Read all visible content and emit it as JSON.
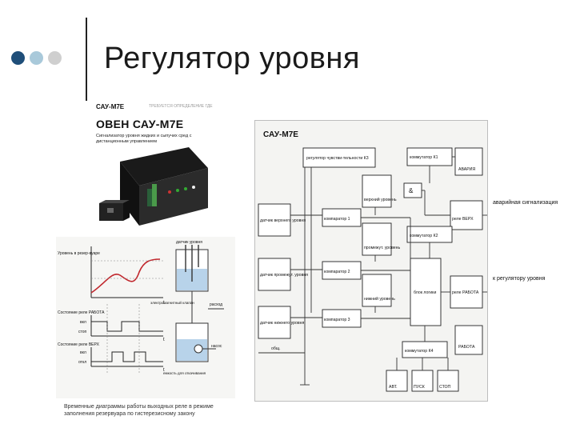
{
  "slide": {
    "title": "Регулятор уровня",
    "bullet_colors": [
      "#1f4e79",
      "#a9c9da",
      "#cfcfcf"
    ]
  },
  "product": {
    "model_small": "САУ-М7Е",
    "header_meta": "ТРЕБУЕТСЯ ОПРЕДЕЛЕНИЕ ГДЕ",
    "brand_title": "ОВЕН САУ-М7Е",
    "description": "Сигнализатор уровня жидких и сыпучих сред с дистанционным управлением"
  },
  "timing_diagram": {
    "labels": {
      "level_axis": "Уровень в резер-вуаре",
      "relay1_state": "Состояние реле РАБОТА",
      "relay2_state": "Состояние реле ВЕРХ",
      "on": "вкл",
      "off": "откл",
      "stop": "стоп",
      "t": "t",
      "upper_level": "датчик уровня",
      "solenoid": "электромагнитный клапан",
      "flow": "расход",
      "pump": "насос",
      "drain": "емкость для откачивания"
    },
    "caption": "Временные диаграммы работы выходных реле в режиме заполнения резервуара по гистерезисному закону"
  },
  "block_diagram": {
    "title": "САУ-М7Е",
    "blocks": {
      "reg": "регулятор чувстви-тельности К3",
      "k1": "коммутатор К1",
      "k2": "коммутатор К2",
      "k4": "коммутатор К4",
      "cmp1": "компаратор 1",
      "cmp2": "компаратор 2",
      "cmp3": "компаратор 3",
      "logic": "блок логики",
      "s_upper": "датчик верхнего уровня",
      "s_mid": "датчик промежут. уровня",
      "s_low": "датчик нижнего уровня",
      "led_upper": "верхний уровень",
      "led_mid": "промежут. уровень",
      "led_low": "нижний уровень",
      "led_alarm": "АВАРИЯ",
      "led_work": "РАБОТА",
      "relay_top": "реле ВЕРХ",
      "relay_work": "реле РАБОТА",
      "btn_auto": "АВТ.",
      "btn_start": "ПУСК",
      "btn_stop": "СТОП",
      "common": "общ.",
      "logic_and": "&",
      "out_alarm": "аварийная сигнализация",
      "out_reg": "к регулятору уровня"
    }
  }
}
